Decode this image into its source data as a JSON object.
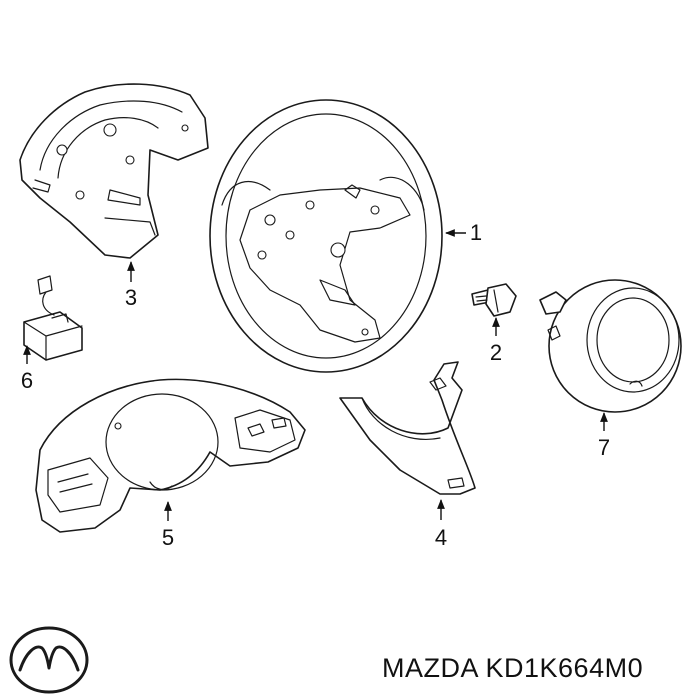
{
  "callouts": [
    {
      "number": "1",
      "part": "steering-wheel"
    },
    {
      "number": "2",
      "part": "bolt"
    },
    {
      "number": "3",
      "part": "rear-cover"
    },
    {
      "number": "4",
      "part": "lower-cover"
    },
    {
      "number": "5",
      "part": "switch-assembly"
    },
    {
      "number": "6",
      "part": "connector-module"
    },
    {
      "number": "7",
      "part": "airbag-module"
    }
  ],
  "caption": "MAZDA KD1K664M0",
  "colors": {
    "line": "#1a1a1a",
    "background": "#ffffff"
  },
  "icons": {
    "brand_logo": "mazda-logo-icon"
  }
}
